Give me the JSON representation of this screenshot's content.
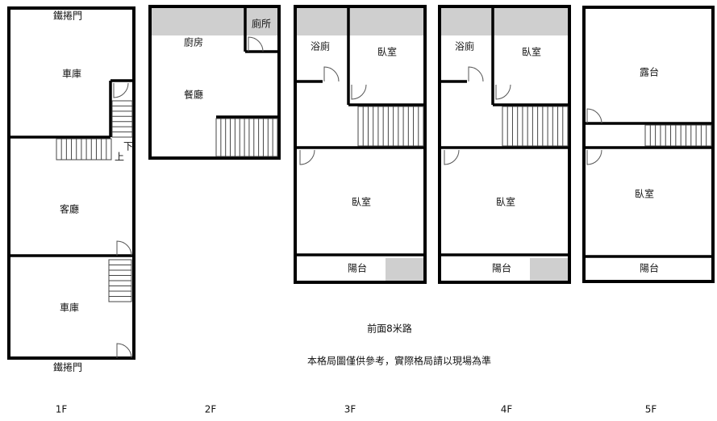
{
  "floors": [
    {
      "label": "1F",
      "rooms": {
        "top_label": "鐵捲門",
        "garage_front": "車庫",
        "living": "客廳",
        "garage_back": "車庫",
        "bottom_label": "鐵捲門",
        "stair_up": "上",
        "stair_down": "下"
      }
    },
    {
      "label": "2F",
      "rooms": {
        "kitchen": "廚房",
        "toilet": "廁所",
        "dining": "餐廳"
      }
    },
    {
      "label": "3F",
      "rooms": {
        "bath": "浴廁",
        "bedroom_front": "臥室",
        "bedroom_back": "臥室",
        "balcony": "陽台"
      }
    },
    {
      "label": "4F",
      "rooms": {
        "bath": "浴廁",
        "bedroom_front": "臥室",
        "bedroom_back": "臥室",
        "balcony": "陽台"
      }
    },
    {
      "label": "5F",
      "rooms": {
        "terrace": "露台",
        "bedroom": "臥室",
        "balcony": "陽台"
      }
    }
  ],
  "notes": {
    "road": "前面8米路",
    "disclaimer": "本格局圖僅供參考，實際格局請以現場為準"
  }
}
